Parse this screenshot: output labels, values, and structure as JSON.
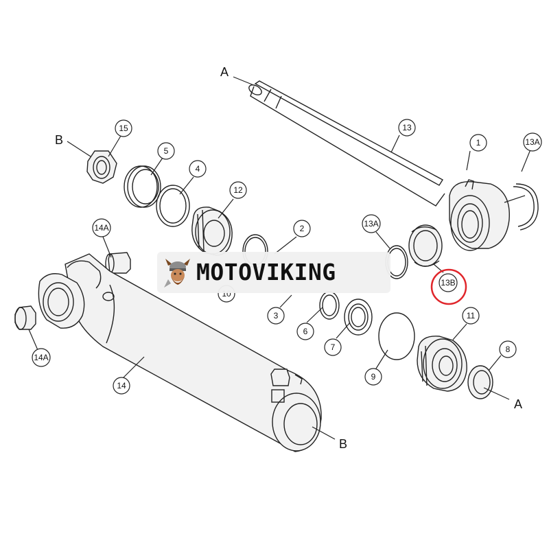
{
  "callouts": {
    "c15": "15",
    "c5": "5",
    "c4": "4",
    "c12": "12",
    "c2": "2",
    "c3": "3",
    "c10": "10",
    "c6": "6",
    "c7": "7",
    "c9": "9",
    "c13": "13",
    "c1": "1",
    "c13a_right": "13A",
    "c13a_mid": "13A",
    "c13b": "13B",
    "c11": "11",
    "c8": "8",
    "c14a_top": "14A",
    "c14a_bottom": "14A",
    "c14": "14"
  },
  "letters": {
    "a_top": "A",
    "b_left": "B",
    "a_right": "A",
    "b_bottom": "B"
  },
  "highlight": {
    "target": "13B",
    "color": "#e0262b"
  },
  "watermark": {
    "text": "MOTOVIKING",
    "logo_icon": "viking-icon",
    "background": "#f0f0f0"
  }
}
